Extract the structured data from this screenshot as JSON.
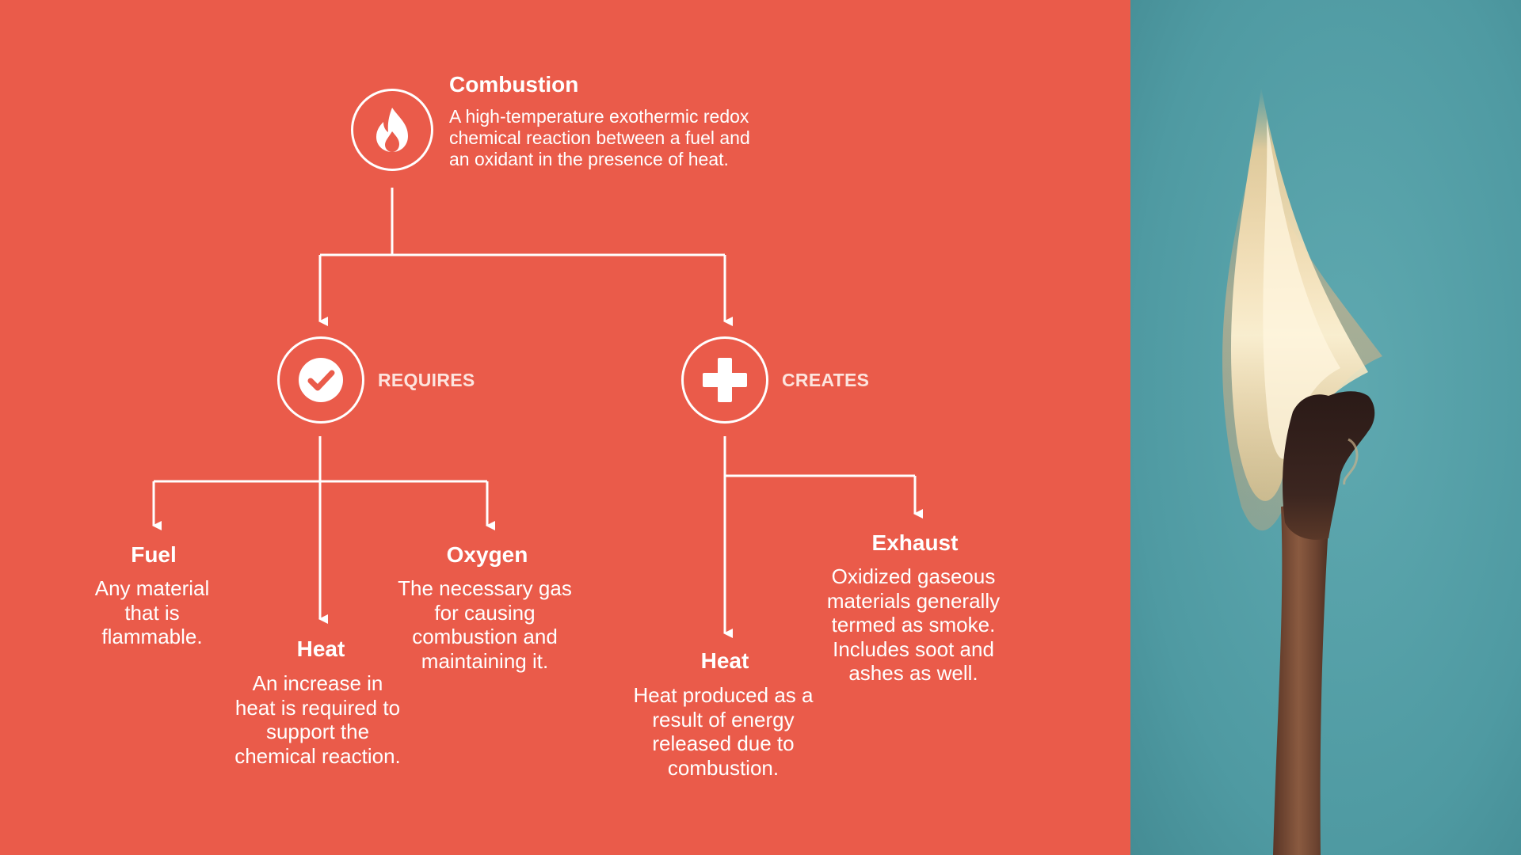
{
  "root": {
    "title": "Combustion",
    "description": "A high-temperature exothermic redox chemical reaction between a fuel and an oxidant in the presence of heat.",
    "icon": "flame-icon"
  },
  "requires": {
    "label": "REQUIRES",
    "icon": "checkmark-icon",
    "items": [
      {
        "title": "Fuel",
        "description": "Any material that is flammable."
      },
      {
        "title": "Heat",
        "description": "An increase in heat is required to support the chemical reaction."
      },
      {
        "title": "Oxygen",
        "description": "The necessary gas for causing combustion and maintaining it."
      }
    ]
  },
  "creates": {
    "label": "CREATES",
    "icon": "plus-icon",
    "items": [
      {
        "title": "Heat",
        "description": "Heat produced as a result of energy released due to combustion."
      },
      {
        "title": "Exhaust",
        "description": "Oxidized gaseous materials generally termed as smoke. Includes soot and ashes as well."
      }
    ]
  },
  "colors": {
    "background": "#ea5b4a",
    "foreground": "#ffffff",
    "photo_background": "#4f9aa2"
  },
  "photo": {
    "subject": "burning-match-image"
  }
}
